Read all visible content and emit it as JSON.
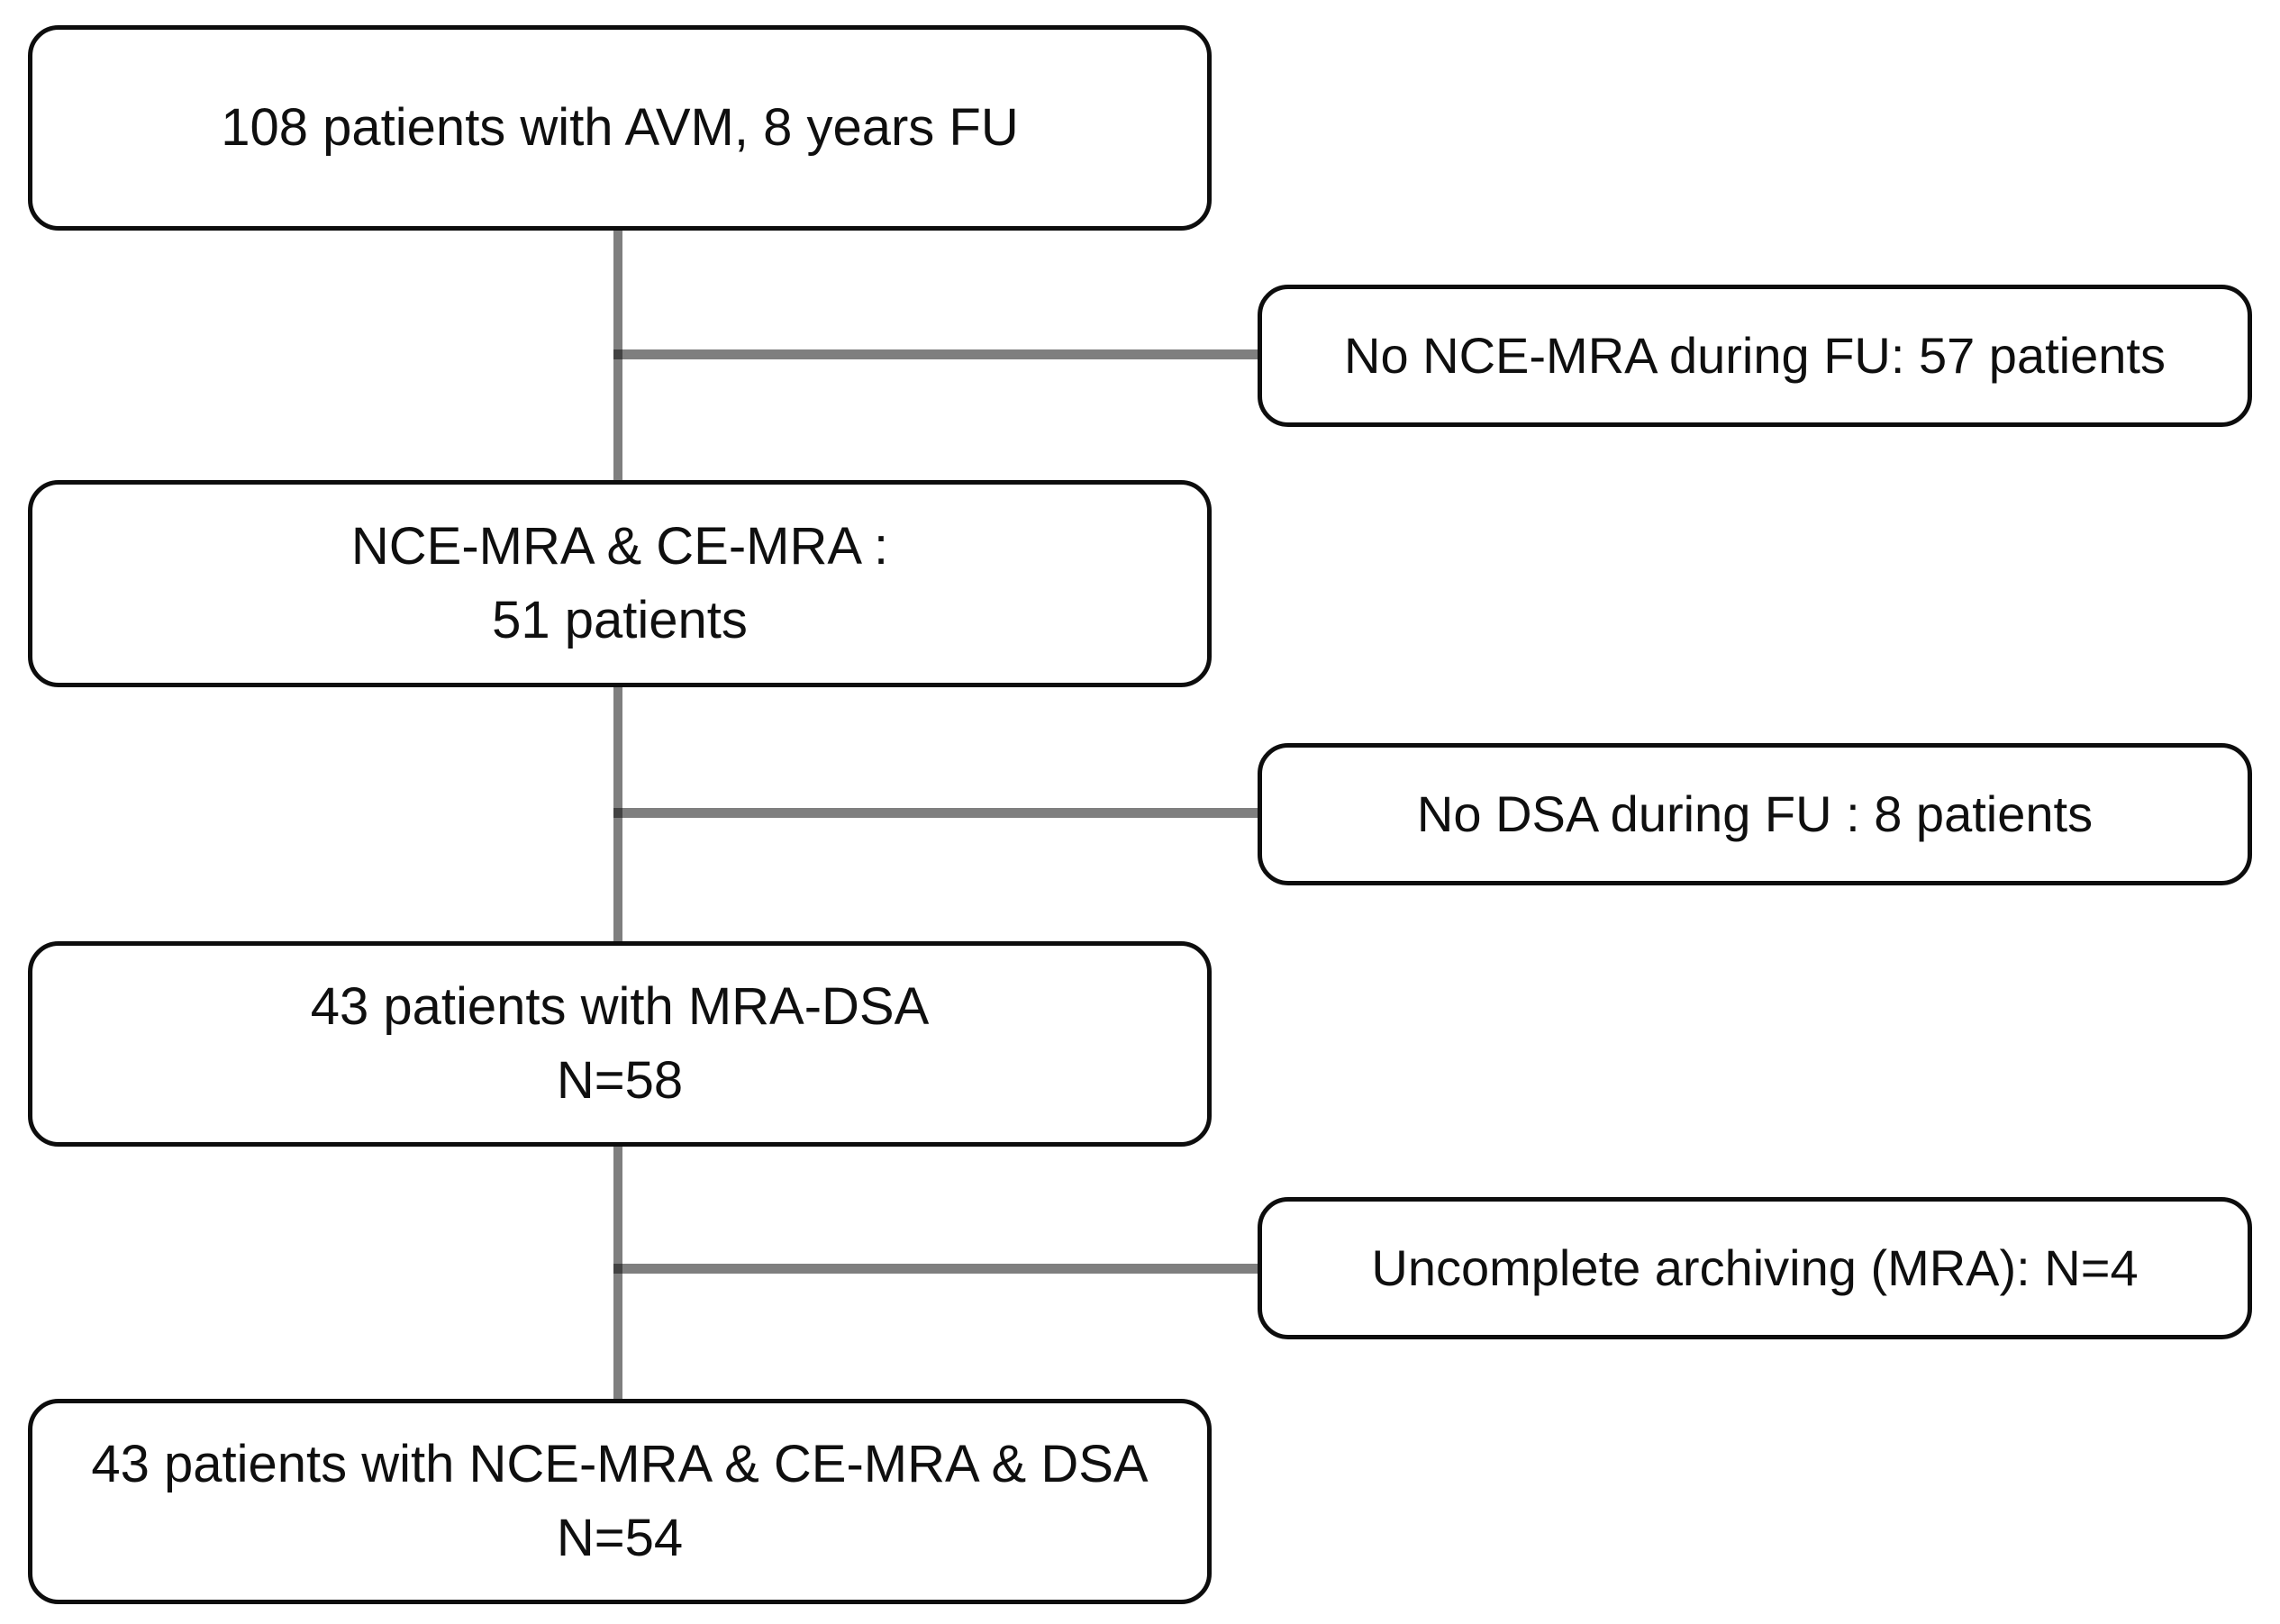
{
  "figure": {
    "background": "#ffffff",
    "colors": {
      "box_border": "#0d0d0d",
      "text": "#0f0f0f",
      "connector": "#808080",
      "connector_junction": "#3f3f3f",
      "background": "#ffffff"
    },
    "main_boxes": [
      {
        "name": "cohort",
        "lines": [
          "108 patients with AVM, 8 years FU"
        ]
      },
      {
        "name": "nce-ce-mra",
        "lines": [
          "NCE-MRA & CE-MRA :",
          "51 patients"
        ]
      },
      {
        "name": "mra-dsa",
        "lines": [
          "43 patients with MRA-DSA",
          "N=58"
        ]
      },
      {
        "name": "final",
        "lines": [
          "43 patients with NCE-MRA & CE-MRA & DSA",
          "N=54"
        ]
      }
    ],
    "exclusion_boxes": [
      {
        "name": "no-nce-mra",
        "lines": [
          "No NCE-MRA during FU: 57 patients"
        ]
      },
      {
        "name": "no-dsa",
        "lines": [
          "No DSA during FU : 8 patients"
        ]
      },
      {
        "name": "uncomplete-archiving",
        "lines": [
          "Uncomplete archiving (MRA): N=4"
        ]
      }
    ]
  }
}
